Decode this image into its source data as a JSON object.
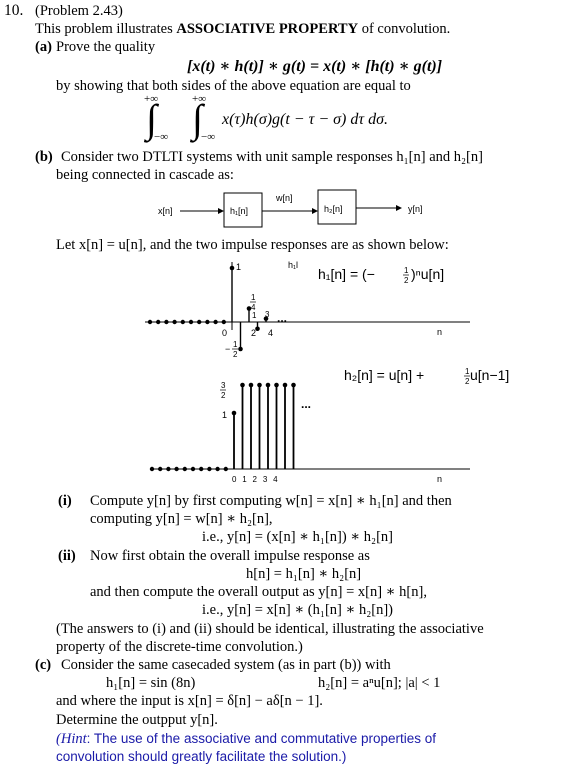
{
  "header": {
    "number": "10.",
    "ref": "(Problem 2.43)",
    "intro_pre": "This problem illustrates ",
    "intro_bold": "ASSOCIATIVE PROPERTY",
    "intro_post": " of convolution."
  },
  "part_a": {
    "label": "(a)",
    "text": "Prove the quality",
    "equation": "[x(t) ∗ h(t)] ∗ g(t) = x(t) ∗ [h(t) ∗ g(t)]",
    "showing": "by showing that both sides of the above equation are equal to",
    "integral_upper_1": "+∞",
    "integral_upper_2": "+∞",
    "integral_lower_1": "−∞",
    "integral_lower_2": "−∞",
    "integrand": "x(τ)h(σ)g(t − τ − σ) dτ dσ."
  },
  "part_b": {
    "label": "(b)",
    "line1": "Consider two DTLTI systems with unit sample responses h₁[n] and h₂[n]",
    "line2": "being connected in cascade as:",
    "block_in": "x[n]",
    "block_h1": "h₁[n]",
    "block_mid": "w[n]",
    "block_h2": "h₂[n]",
    "block_out": "y[n]",
    "let_line": "Let x[n] = u[n], and the two impulse responses are as shown below:"
  },
  "plot1": {
    "axis_label": "h₁l",
    "formula": "h₁[n] = (−",
    "formula_frac_num": "1",
    "formula_frac_den": "2",
    "formula_end": ")ⁿu[n]",
    "n_label": "n",
    "tick_0": "0",
    "tick_2": "2",
    "tick_4": "4",
    "label_1_top": "1",
    "label_1_small": "1",
    "label_3": "3",
    "frac_quarter_num": "1",
    "frac_quarter_den": "4",
    "frac_neg_half": "−",
    "frac_half_num": "1",
    "frac_half_den": "2",
    "dots": "...",
    "values": [
      1,
      -0.5,
      0.25,
      -0.125,
      0.0625
    ]
  },
  "plot2": {
    "formula": "h₂[n] = u[n] + ",
    "formula_frac_num": "1",
    "formula_frac_den": "2",
    "formula_end": " u[n−1]",
    "n_label": "n",
    "ticks": "0 1 2 3 4",
    "label_1": "1",
    "label_32_num": "3",
    "label_32_den": "2",
    "dots": "...",
    "values": [
      1,
      1.5,
      1.5,
      1.5,
      1.5
    ]
  },
  "part_b_i": {
    "label": "(i)",
    "line1": "Compute y[n] by first computing w[n] = x[n] ∗ h₁[n] and then",
    "line2": "computing y[n] = w[n] ∗ h₂[n],",
    "line3": "i.e., y[n] = (x[n] ∗ h₁[n]) ∗ h₂[n]"
  },
  "part_b_ii": {
    "label": "(ii)",
    "line1": "Now first obtain the overall impulse response as",
    "line2": "h[n] = h₁[n] ∗ h₂[n]",
    "line3": "and then compute the overall output as y[n] = x[n] ∗ h[n],",
    "line4": "i.e., y[n] = x[n] ∗ (h₁[n] ∗ h₂[n])",
    "note1": "(The answers to (i) and (ii) should be identical, illustrating the associative",
    "note2": "property of the discrete-time convolution.)"
  },
  "part_c": {
    "label": "(c)",
    "line1": "Consider the same casecaded system (as in part (b)) with",
    "h1": "h₁[n] = sin (8n)",
    "h2": "h₂[n] = aⁿu[n]; |a| < 1",
    "line3": "and where the input is x[n] = δ[n] − aδ[n − 1].",
    "line4": "Determine the outpput y[n].",
    "hint_label": "Hint",
    "hint1": ": The use of the associative and commutative properties of",
    "hint2": "convolution should greatly facilitate the solution.)"
  }
}
